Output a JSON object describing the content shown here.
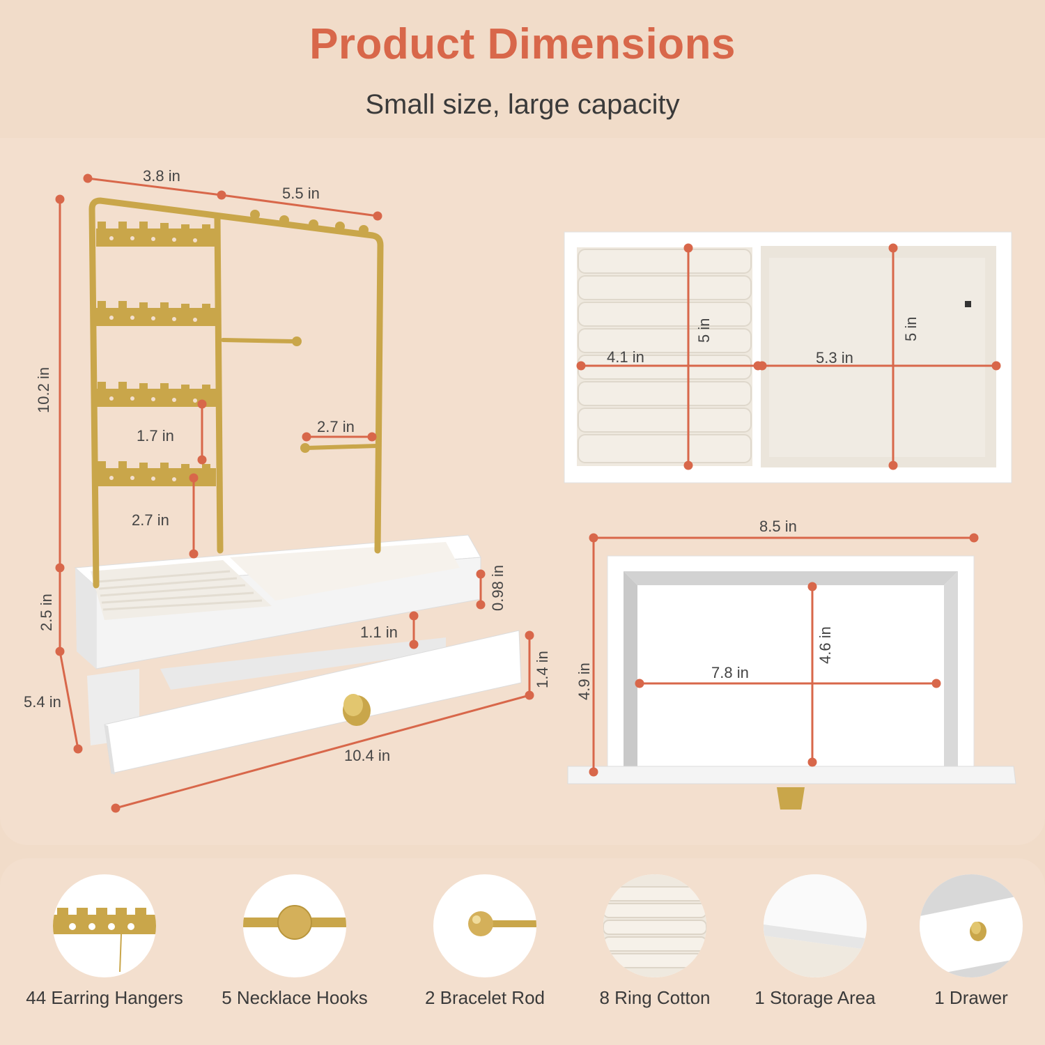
{
  "header": {
    "title": "Product Dimensions",
    "subtitle": "Small size, large capacity"
  },
  "colors": {
    "accent": "#d8674a",
    "gold": "#c9a64a",
    "background": "#f1dcc9",
    "white": "#ffffff",
    "velvet": "#efe9df"
  },
  "dimensions": {
    "stand_top_left": "3.8 in",
    "stand_top_right": "5.5 in",
    "stand_height": "10.2 in",
    "hanger_gap": "1.7 in",
    "rod_length": "2.7 in",
    "hanger_to_tray": "2.7 in",
    "tray_depth": "0.98 in",
    "base_height": "2.5 in",
    "drawer_gap": "1.1 in",
    "drawer_height": "1.4 in",
    "base_depth": "5.4 in",
    "base_width": "10.4 in",
    "tray_left_width": "4.1 in",
    "tray_left_length": "5 in",
    "tray_right_width": "5.3 in",
    "tray_right_length": "5 in",
    "drawer_outer_width": "8.5 in",
    "drawer_outer_depth": "4.9 in",
    "drawer_inner_width": "7.8 in",
    "drawer_inner_depth": "4.6 in"
  },
  "features": [
    {
      "label": "44 Earring Hangers",
      "icon": "earring-hanger-icon"
    },
    {
      "label": "5 Necklace Hooks",
      "icon": "necklace-hook-icon"
    },
    {
      "label": "2 Bracelet Rod",
      "icon": "bracelet-rod-icon"
    },
    {
      "label": "8 Ring Cotton",
      "icon": "ring-cotton-icon"
    },
    {
      "label": "1 Storage Area",
      "icon": "storage-area-icon"
    },
    {
      "label": "1 Drawer",
      "icon": "drawer-icon"
    }
  ]
}
